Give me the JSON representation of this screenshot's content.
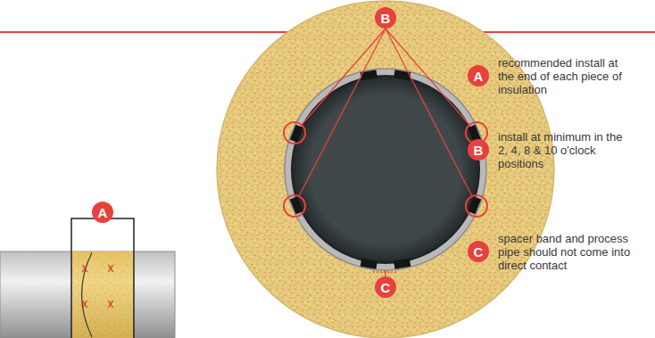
{
  "diagram": {
    "nodes": [
      {
        "text": [
          "B"
        ]
      },
      {
        "text": [
          "A"
        ]
      },
      {
        "text": [
          "B"
        ]
      },
      {
        "text": [
          "A"
        ]
      },
      {
        "text": [
          "C"
        ]
      },
      {
        "text": [
          "C"
        ]
      }
    ],
    "labels": [
      "recommended install at the end of each piece of insulation",
      "install at minimum in the 2, 4, 8 & 10 o'clock positions",
      "spacer band and process pipe should not come into direct contact",
      "x",
      "x",
      "x",
      "x"
    ]
  }
}
